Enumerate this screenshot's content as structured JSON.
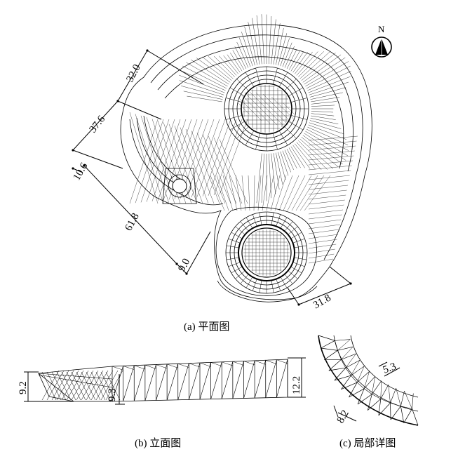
{
  "plan": {
    "caption": "(a) 平面图",
    "north_label": "N",
    "dims": [
      "32.0",
      "37.6",
      "10.6",
      "61.8",
      "9.0",
      "31.8"
    ]
  },
  "elevation": {
    "caption": "(b) 立面图",
    "dims": [
      "9.2",
      "9.3",
      "12.2"
    ]
  },
  "detail": {
    "caption": "(c) 局部详图",
    "dims": [
      "5.3",
      "8.2"
    ]
  }
}
